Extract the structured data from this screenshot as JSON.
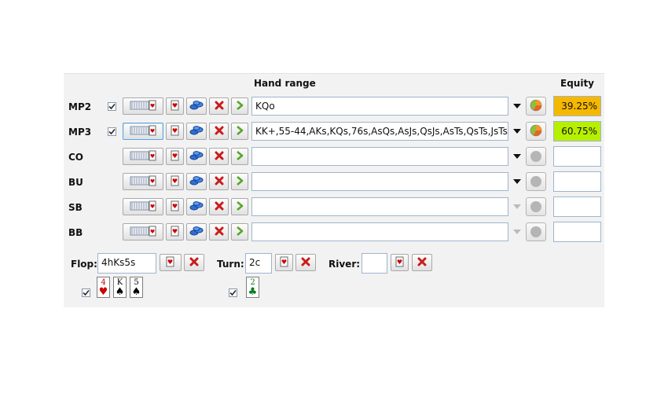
{
  "headers": {
    "hand_range": "Hand range",
    "equity": "Equity"
  },
  "players": [
    {
      "label": "MP2",
      "checked": true,
      "range": "KQo",
      "equity": "39.25%",
      "equity_color": "#f5b800"
    },
    {
      "label": "MP3",
      "checked": true,
      "range": "KK+,55-44,AKs,KQs,76s,AsQs,AsJs,QsJs,AsTs,QsTs,JsTs",
      "equity": "60.75%",
      "equity_color": "#b6f000"
    },
    {
      "label": "CO",
      "checked": false,
      "range": "",
      "equity": ""
    },
    {
      "label": "BU",
      "checked": false,
      "range": "",
      "equity": ""
    },
    {
      "label": "SB",
      "checked": false,
      "range": "",
      "equity": ""
    },
    {
      "label": "BB",
      "checked": false,
      "range": "",
      "equity": ""
    }
  ],
  "board": {
    "flop_label": "Flop:",
    "flop_value": "4hKs5s",
    "turn_label": "Turn:",
    "turn_value": "2c",
    "river_label": "River:",
    "river_value": "",
    "flop_cards": [
      {
        "rank": "4",
        "suit": "♥",
        "color": "#cc0000"
      },
      {
        "rank": "K",
        "suit": "♠",
        "color": "#000000"
      },
      {
        "rank": "5",
        "suit": "♠",
        "color": "#000000"
      }
    ],
    "turn_cards": [
      {
        "rank": "2",
        "suit": "♣",
        "color": "#0a7a1a"
      }
    ]
  },
  "icons": {
    "matrix": "range-matrix-icon",
    "card": "card-picker-icon",
    "random": "random-chips-icon",
    "clear": "clear-x-icon",
    "next": "next-arrow-icon",
    "equity": "equity-pie-icon"
  },
  "colors": {
    "clear_red": "#cc1a1a",
    "next_green": "#57a62b",
    "border_blue": "#9db5cf"
  }
}
